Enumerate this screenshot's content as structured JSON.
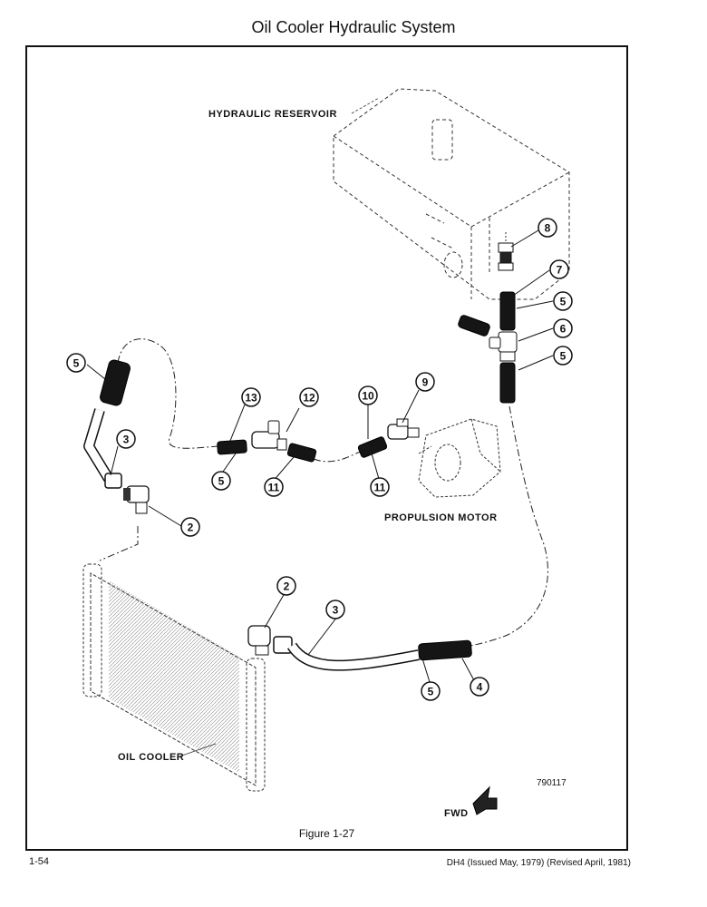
{
  "page": {
    "title": "Oil Cooler Hydraulic System",
    "figure_caption": "Figure 1-27",
    "page_number": "1-54",
    "publication": "DH4 (Issued May, 1979) (Revised April, 1981)",
    "drawing_number": "790117"
  },
  "labels": {
    "reservoir": "HYDRAULIC RESERVOIR",
    "motor": "PROPULSION MOTOR",
    "cooler": "OIL COOLER",
    "fwd": "FWD"
  },
  "callouts": [
    {
      "id": "c8",
      "num": "8"
    },
    {
      "id": "c7",
      "num": "7"
    },
    {
      "id": "c5a",
      "num": "5"
    },
    {
      "id": "c6",
      "num": "6"
    },
    {
      "id": "c5b",
      "num": "5"
    },
    {
      "id": "c5c",
      "num": "5"
    },
    {
      "id": "c3a",
      "num": "3"
    },
    {
      "id": "c2a",
      "num": "2"
    },
    {
      "id": "c13",
      "num": "13"
    },
    {
      "id": "c12",
      "num": "12"
    },
    {
      "id": "c10",
      "num": "10"
    },
    {
      "id": "c9",
      "num": "9"
    },
    {
      "id": "c5d",
      "num": "5"
    },
    {
      "id": "c11a",
      "num": "11"
    },
    {
      "id": "c11b",
      "num": "11"
    },
    {
      "id": "c2b",
      "num": "2"
    },
    {
      "id": "c3b",
      "num": "3"
    },
    {
      "id": "c5e",
      "num": "5"
    },
    {
      "id": "c4",
      "num": "4"
    }
  ]
}
